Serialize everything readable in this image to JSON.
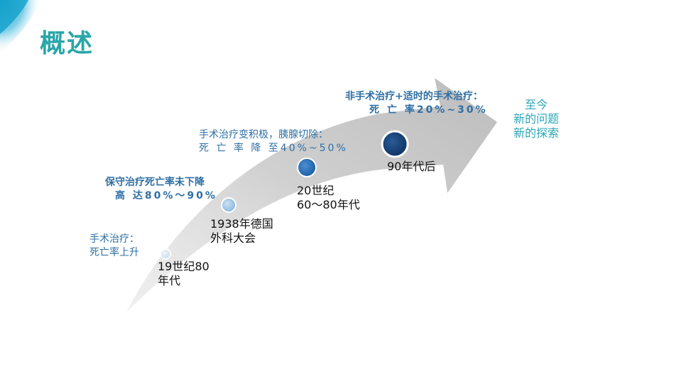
{
  "page": {
    "title": "概述"
  },
  "stages": [
    {
      "label": [
        "19世纪80",
        "年代"
      ],
      "note": [
        "手术治疗：",
        "死亡率上升"
      ]
    },
    {
      "label": [
        "1938年德国",
        "外科大会"
      ],
      "note": [
        "保守治疗死亡率未下降",
        "高 达80%～90%"
      ]
    },
    {
      "label": [
        "20世纪",
        "60～80年代"
      ],
      "note": [
        "手术治疗变积极，胰腺切除：",
        "死 亡 率 降 至40%~50%"
      ]
    },
    {
      "label": [
        "90年代后"
      ],
      "note": [
        "非手术治疗+适时的手术治疗：",
        "死 亡 率20%~30%"
      ]
    }
  ],
  "future": [
    "至今",
    "新的问题",
    "新的探索"
  ],
  "colors": {
    "title": "#2aa6a9",
    "note": "#2f6fa4",
    "future": "#2aa6b9",
    "arrow": "#c9c9c9"
  }
}
